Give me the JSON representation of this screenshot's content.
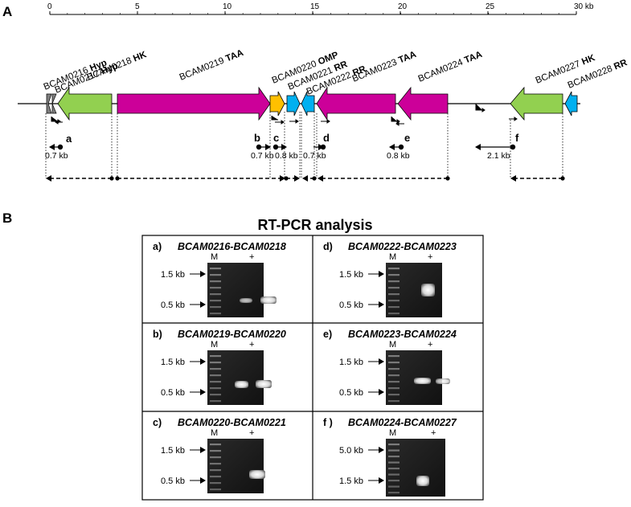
{
  "panel_a": {
    "label": "A",
    "scale": {
      "ticks": [
        "0",
        "5",
        "10",
        "15",
        "20",
        "25",
        "30 kb"
      ]
    },
    "genes": [
      {
        "id": "BCAM0216",
        "annot": "Hyp",
        "color": "#7f7f7f"
      },
      {
        "id": "BCAM0217",
        "annot": "Hyp",
        "color": "#7f7f7f"
      },
      {
        "id": "BCAM0218",
        "annot": "HK",
        "color": "#92d050"
      },
      {
        "id": "BCAM0219",
        "annot": "TAA",
        "color": "#cc0099"
      },
      {
        "id": "BCAM0220",
        "annot": "OMP",
        "color": "#ffc000"
      },
      {
        "id": "BCAM0221",
        "annot": "RR",
        "color": "#00b0f0"
      },
      {
        "id": "BCAM0222",
        "annot": "RR",
        "color": "#00b0f0"
      },
      {
        "id": "BCAM0223",
        "annot": "TAA",
        "color": "#cc0099"
      },
      {
        "id": "BCAM0224",
        "annot": "TAA",
        "color": "#cc0099"
      },
      {
        "id": "BCAM0227",
        "annot": "HK",
        "color": "#92d050"
      },
      {
        "id": "BCAM0228",
        "annot": "RR",
        "color": "#00b0f0"
      }
    ],
    "amplicons": [
      {
        "letter": "a",
        "size": "0.7 kb"
      },
      {
        "letter": "b",
        "size": "0.7 kb"
      },
      {
        "letter": "c",
        "size": "0.8 kb"
      },
      {
        "letter": "d",
        "size": "0.7 kb"
      },
      {
        "letter": "e",
        "size": "0.8 kb"
      },
      {
        "letter": "f",
        "size": "2.1 kb"
      }
    ]
  },
  "panel_b": {
    "label": "B",
    "title": "RT-PCR analysis",
    "lane_m": "M",
    "lane_plus": "+",
    "gels": [
      {
        "tag": "a)",
        "name": "BCAM0216-BCAM0218",
        "markers": [
          "1.5 kb",
          "0.5 kb"
        ]
      },
      {
        "tag": "d)",
        "name": "BCAM0222-BCAM0223",
        "markers": [
          "1.5 kb",
          "0.5 kb"
        ]
      },
      {
        "tag": "b)",
        "name": "BCAM0219-BCAM0220",
        "markers": [
          "1.5 kb",
          "0.5 kb"
        ]
      },
      {
        "tag": "e)",
        "name": "BCAM0223-BCAM0224",
        "markers": [
          "1.5 kb",
          "0.5 kb"
        ]
      },
      {
        "tag": "c)",
        "name": "BCAM0220-BCAM0221",
        "markers": [
          "1.5 kb",
          "0.5 kb"
        ]
      },
      {
        "tag": "f )",
        "name": "BCAM0224-BCAM0227",
        "markers": [
          "5.0 kb",
          "1.5 kb"
        ]
      }
    ]
  }
}
